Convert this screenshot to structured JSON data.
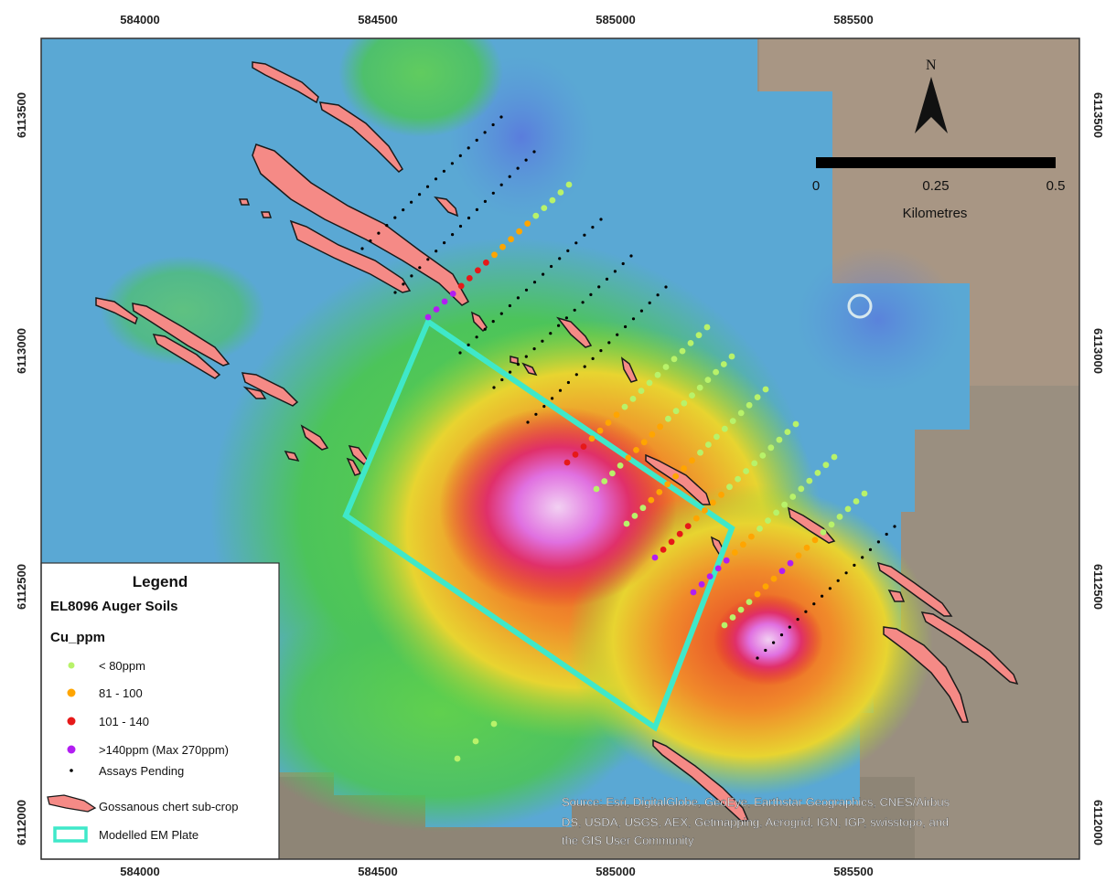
{
  "map": {
    "x_ticks": [
      "584000",
      "584500",
      "585000",
      "585500"
    ],
    "y_ticks": [
      "6113500",
      "6113000",
      "6112500",
      "6112000"
    ],
    "north_label": "N",
    "scale_bar": {
      "labels": [
        "0",
        "0.25",
        "0.5"
      ],
      "unit": "Kilometres"
    },
    "legend": {
      "title": "Legend",
      "subtitle": "EL8096 Auger Soils",
      "field": "Cu_ppm",
      "classes": [
        {
          "label": "< 80ppm",
          "color": "#b8f26a"
        },
        {
          "label": "81 - 100",
          "color": "#ffa500"
        },
        {
          "label": "101 - 140",
          "color": "#e61919"
        },
        {
          "label": ">140ppm (Max 270ppm)",
          "color": "#b21df2"
        },
        {
          "label": "Assays Pending",
          "color": "#000000"
        }
      ],
      "gossan_label": "Gossanous chert sub-crop",
      "plate_label": "Modelled EM Plate"
    },
    "source_lines": [
      "Source: Esri, DigitalGlobe, GeoEye, Earthstar Geographics, CNES/Airbus",
      "DS, USDA, USGS, AEX, Getmapping, Aerogrid, IGN, IGP, swisstopo, and",
      "the GIS User Community"
    ],
    "colors": {
      "gossan_fill": "#f58a86",
      "em_plate": "#3fe8c9",
      "frame": "#333333"
    }
  }
}
